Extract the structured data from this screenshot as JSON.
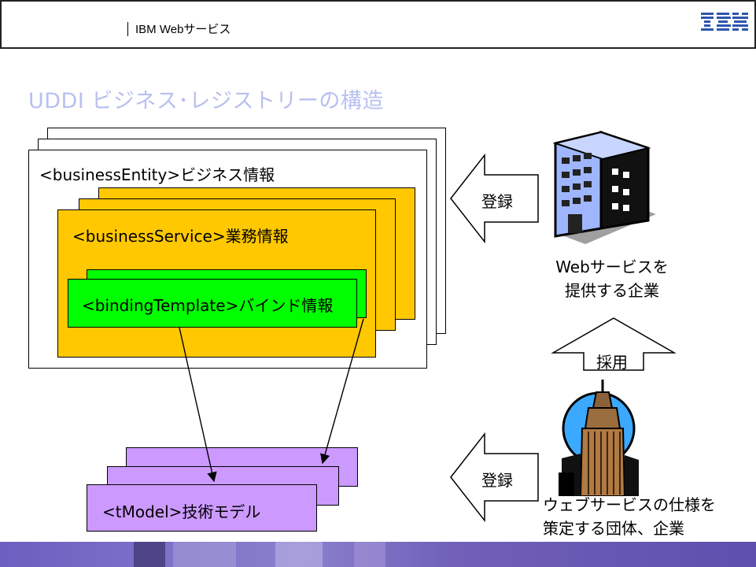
{
  "header": {
    "title": "IBM Webサービス",
    "logo": "IBM"
  },
  "page_title": "UDDI ビジネス･レジストリーの構造",
  "registry": {
    "business_entity": "<businessEntity>ビジネス情報",
    "business_service": "<businessService>業務情報",
    "binding_template": "<bindingTemplate>バインド情報",
    "tmodel": "<tModel>技術モデル"
  },
  "actions": {
    "register_top": "登録",
    "register_bottom": "登録",
    "adopt": "採用"
  },
  "actors": {
    "provider_line1": "Webサービスを",
    "provider_line2": "提供する企業",
    "standards_line1": "ウェブサービスの仕様を",
    "standards_line2": "策定する団体、企業"
  },
  "icons": {
    "logo": "ibm-logo",
    "provider": "office-building-icon",
    "standards": "skyscraper-icon"
  },
  "colors": {
    "title": "#b8c0f0",
    "business_service": "#ffc800",
    "binding_template": "#00ff00",
    "tmodel": "#cc99ff",
    "building": "#9fb6ff",
    "footer": "#6b5fbf"
  }
}
